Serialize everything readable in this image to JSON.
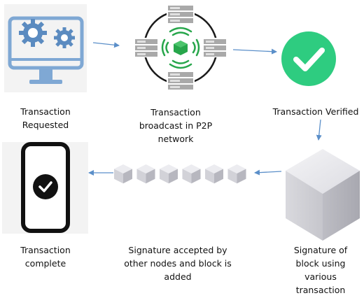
{
  "steps": [
    {
      "id": "requested",
      "label_lines": [
        "Transaction",
        "Requested"
      ]
    },
    {
      "id": "broadcast",
      "label_lines": [
        "Transaction",
        "broadcast in P2P",
        "network"
      ]
    },
    {
      "id": "verified",
      "label_lines": [
        "Transaction Verified"
      ]
    },
    {
      "id": "signature",
      "label_lines": [
        "Signature of",
        "block using",
        "various",
        "transaction"
      ]
    },
    {
      "id": "accepted",
      "label_lines": [
        "Signature accepted by",
        "other nodes and block is",
        "added"
      ]
    },
    {
      "id": "complete",
      "label_lines": [
        "Transaction",
        "complete"
      ]
    }
  ],
  "icons": {
    "requested": "monitor-gears-icon",
    "broadcast": "p2p-network-icon",
    "verified": "checkmark-circle-icon",
    "signature": "cube-icon",
    "accepted": "block-chain-icon",
    "complete": "smartphone-check-icon"
  },
  "colors": {
    "arrow": "#5b8fc9",
    "verified_green": "#2ecc80",
    "monitor_blue": "#7fa8d4",
    "gear_blue": "#5b8bc0",
    "server_gray": "#a9a9a9",
    "node_green": "#27a64b",
    "phone_black": "#111111"
  }
}
